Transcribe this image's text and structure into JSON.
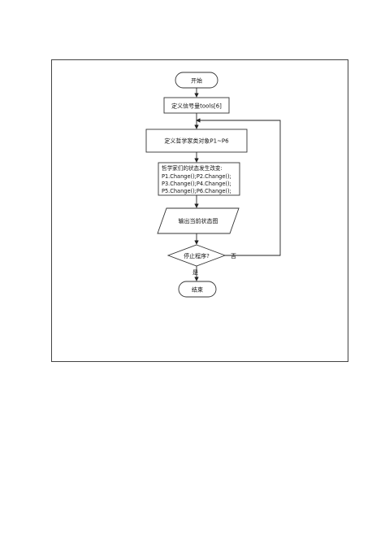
{
  "flowchart": {
    "start": "开始",
    "define_semaphore": "定义信号量tools[6]",
    "define_objects": "定义哲学家类对象P1~P6",
    "state_change": {
      "title": "哲学家们的状态发生改变:",
      "lines": [
        "P1.Change();P2.Change();",
        "P3.Change();P4.Change();",
        "P5.Change();P6.Change();"
      ]
    },
    "output": "输出当前状态图",
    "decision": "停止程序?",
    "no_label": "否",
    "yes_label": "是",
    "end": "结束"
  }
}
